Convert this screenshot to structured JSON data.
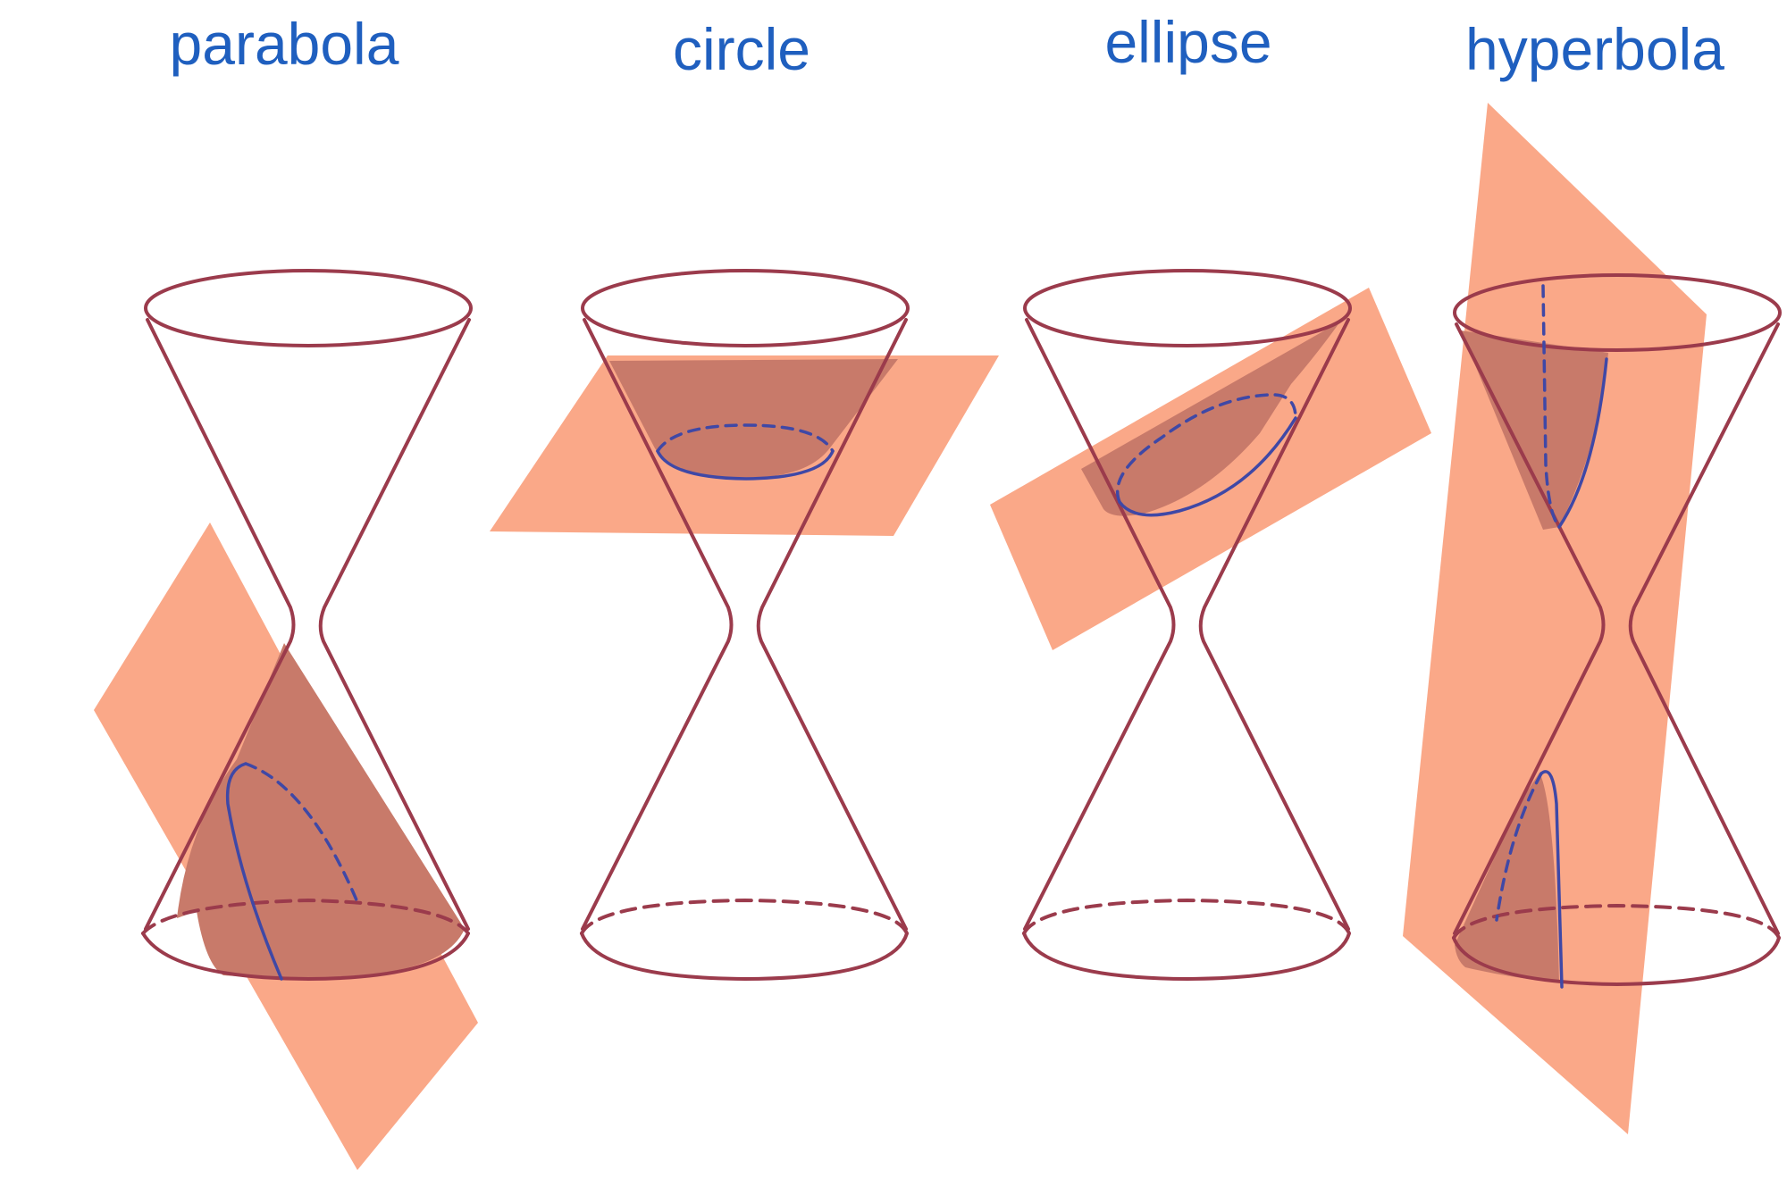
{
  "colors": {
    "title": "#1f5fbf",
    "cone": "#9b3b4c",
    "plane": "#faa888",
    "plane_shadow": "#c87a6a",
    "curve": "#3f48a6"
  },
  "panels": [
    {
      "id": "parabola",
      "title": "parabola"
    },
    {
      "id": "circle",
      "title": "circle"
    },
    {
      "id": "ellipse",
      "title": "ellipse"
    },
    {
      "id": "hyperbola",
      "title": "hyperbola"
    }
  ]
}
